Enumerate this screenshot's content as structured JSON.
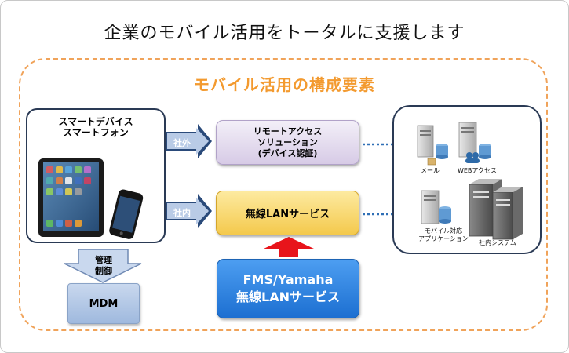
{
  "title": "企業のモバイル活用をトータルに支援します",
  "subtitle": "モバイル活用の構成要素",
  "devices": {
    "line1": "スマートデバイス",
    "line2": "スマートフォン"
  },
  "arrows": {
    "external": "社外",
    "internal": "社内",
    "management_line1": "管理",
    "management_line2": "制御"
  },
  "remote_access": {
    "line1": "リモートアクセス",
    "line2": "ソリューション",
    "line3": "(デバイス認証)"
  },
  "wireless_lan": "無線LANサービス",
  "fms": {
    "line1": "FMS/Yamaha",
    "line2": "無線LANサービス"
  },
  "mdm": "MDM",
  "servers": {
    "mail": "メール",
    "web_access": "WEBアクセス",
    "mobile_app_line1": "モバイル対応",
    "mobile_app_line2": "アプリケーション",
    "internal_system": "社内システム"
  },
  "colors": {
    "dashed_border": "#f0a35a",
    "subtitle": "#f39a2f",
    "remote_box": "#d7cbe6",
    "lan_box": "#f4c94c",
    "fms_box": "#1c6fd1",
    "mdm_box": "#9fb9de",
    "arrow_fill": "#c9d8ee",
    "up_arrow": "#e8141b"
  }
}
